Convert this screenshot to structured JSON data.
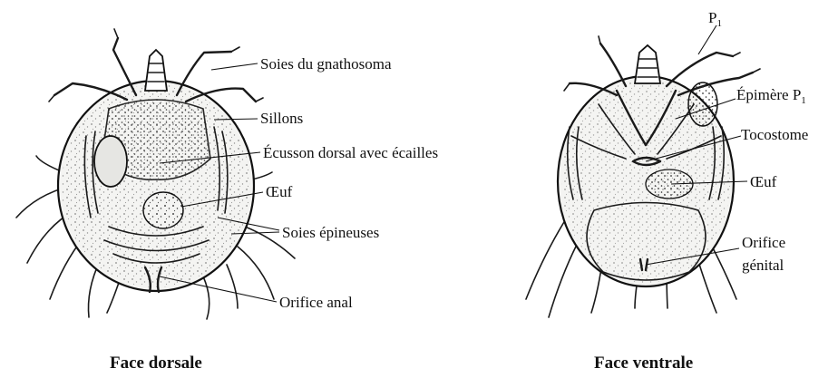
{
  "dorsal": {
    "caption": "Face dorsale",
    "labels": {
      "soies_gnathosoma": "Soies du gnathosoma",
      "sillons": "Sillons",
      "ecusson": "Écusson dorsal avec écailles",
      "oeuf": "Œuf",
      "soies_epineuses": "Soies épineuses",
      "orifice_anal": "Orifice anal"
    }
  },
  "ventral": {
    "caption": "Face ventrale",
    "labels": {
      "p1_letter": "P",
      "p1_sub": "1",
      "epimere": "Épimère P",
      "epimere_sub": "1",
      "tocostome": "Tocostome",
      "oeuf": "Œuf",
      "orifice": "Orifice",
      "genital": "génital"
    }
  }
}
